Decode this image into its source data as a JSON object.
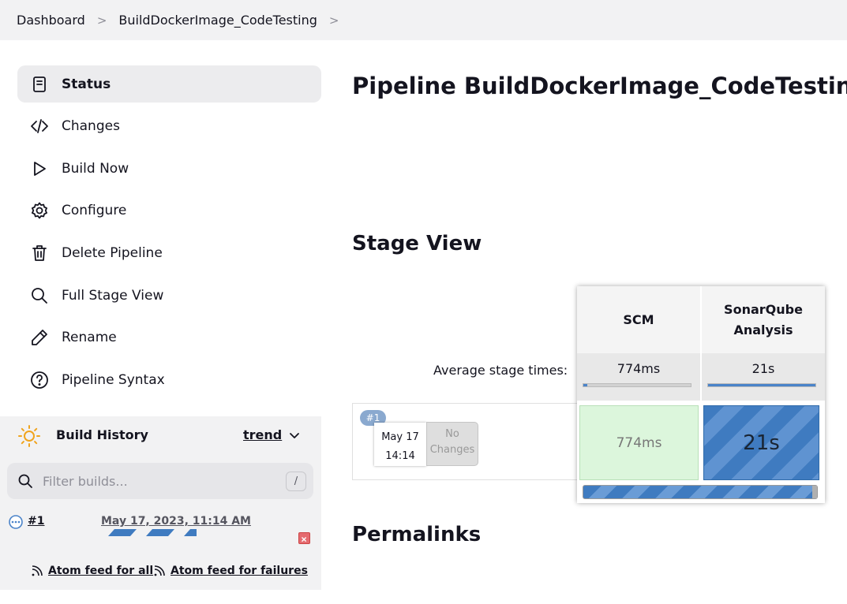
{
  "breadcrumb": {
    "items": [
      "Dashboard",
      "BuildDockerImage_CodeTesting"
    ]
  },
  "sidebar": {
    "items": [
      {
        "label": "Status",
        "icon": "document-icon"
      },
      {
        "label": "Changes",
        "icon": "code-icon"
      },
      {
        "label": "Build Now",
        "icon": "play-icon"
      },
      {
        "label": "Configure",
        "icon": "gear-icon"
      },
      {
        "label": "Delete Pipeline",
        "icon": "trash-icon"
      },
      {
        "label": "Full Stage View",
        "icon": "search-icon"
      },
      {
        "label": "Rename",
        "icon": "pencil-icon"
      },
      {
        "label": "Pipeline Syntax",
        "icon": "help-icon"
      }
    ]
  },
  "build_history": {
    "title": "Build History",
    "trend_label": "trend",
    "filter_placeholder": "Filter builds...",
    "filter_shortcut": "/",
    "builds": [
      {
        "number": "#1",
        "date": "May 17, 2023, 11:14 AM"
      }
    ],
    "feed_all": "Atom feed for all",
    "feed_failures": "Atom feed for failures"
  },
  "main": {
    "title": "Pipeline BuildDockerImage_CodeTesting",
    "stage_view_heading": "Stage View",
    "permalinks_heading": "Permalinks"
  },
  "stage_view": {
    "avg_label": "Average stage times:",
    "stages": [
      {
        "name": "SCM",
        "avg": "774ms",
        "avg_fraction": 0.04
      },
      {
        "name": "SonarQube Analysis",
        "avg": "21s",
        "avg_fraction": 1.0
      }
    ],
    "run": {
      "badge": "#1",
      "date": "May 17",
      "time": "14:14",
      "changes": "No Changes",
      "scm_time": "774ms",
      "sonar_time": "21s"
    }
  }
}
